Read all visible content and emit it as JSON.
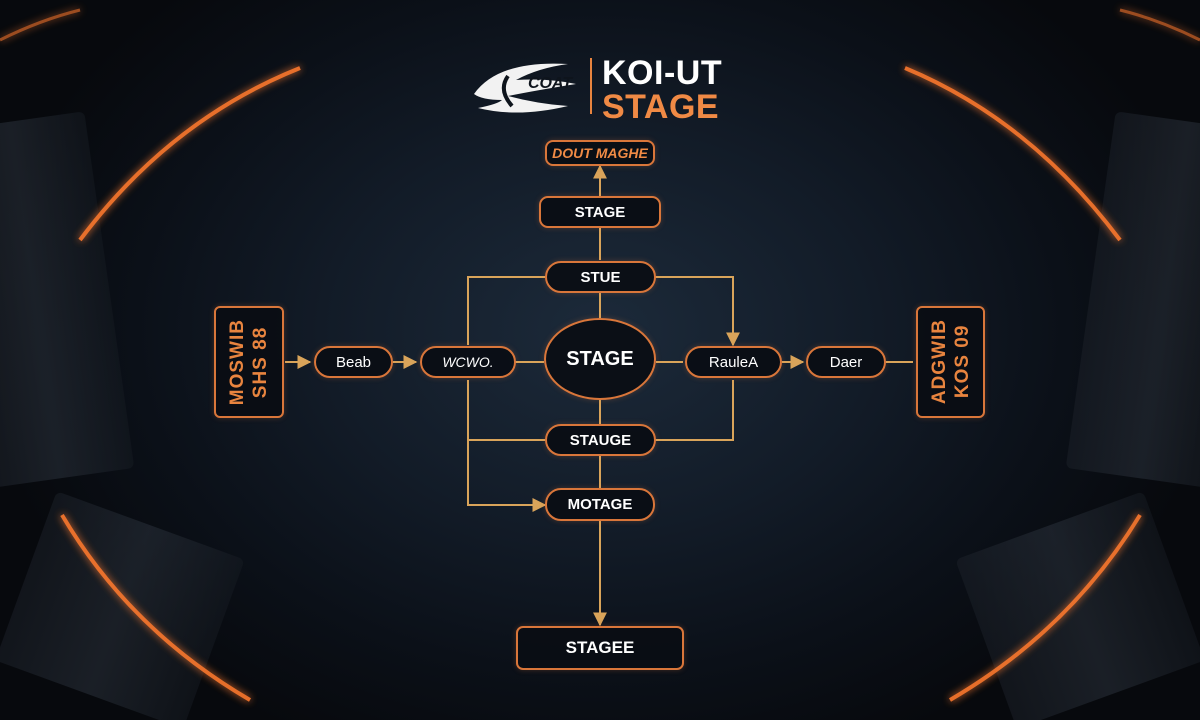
{
  "header": {
    "logo_wordmark": "COAT",
    "brand_line1": "KOI-UT",
    "brand_line2": "STAGE"
  },
  "diagram": {
    "nodes": {
      "top_label": "DOUT MAGHE",
      "stage_top": "STAGE",
      "stue": "STUE",
      "center": "STAGE",
      "stauge": "STAUGE",
      "motage": "MOTAGE",
      "stagee": "STAGEE",
      "beab": "Beab",
      "wcwo": "WCWO.",
      "rauiea": "RauleA",
      "daer": "Daer",
      "left_panel": [
        "MOSWIB",
        "SHS 88"
      ],
      "right_panel": [
        "ADGWIB",
        "KOS 09"
      ]
    }
  },
  "colors": {
    "accent": "#e8843f",
    "node_border": "#d9763a",
    "connector": "#d9a45a",
    "background": "#0e141c",
    "text": "#ffffff"
  }
}
